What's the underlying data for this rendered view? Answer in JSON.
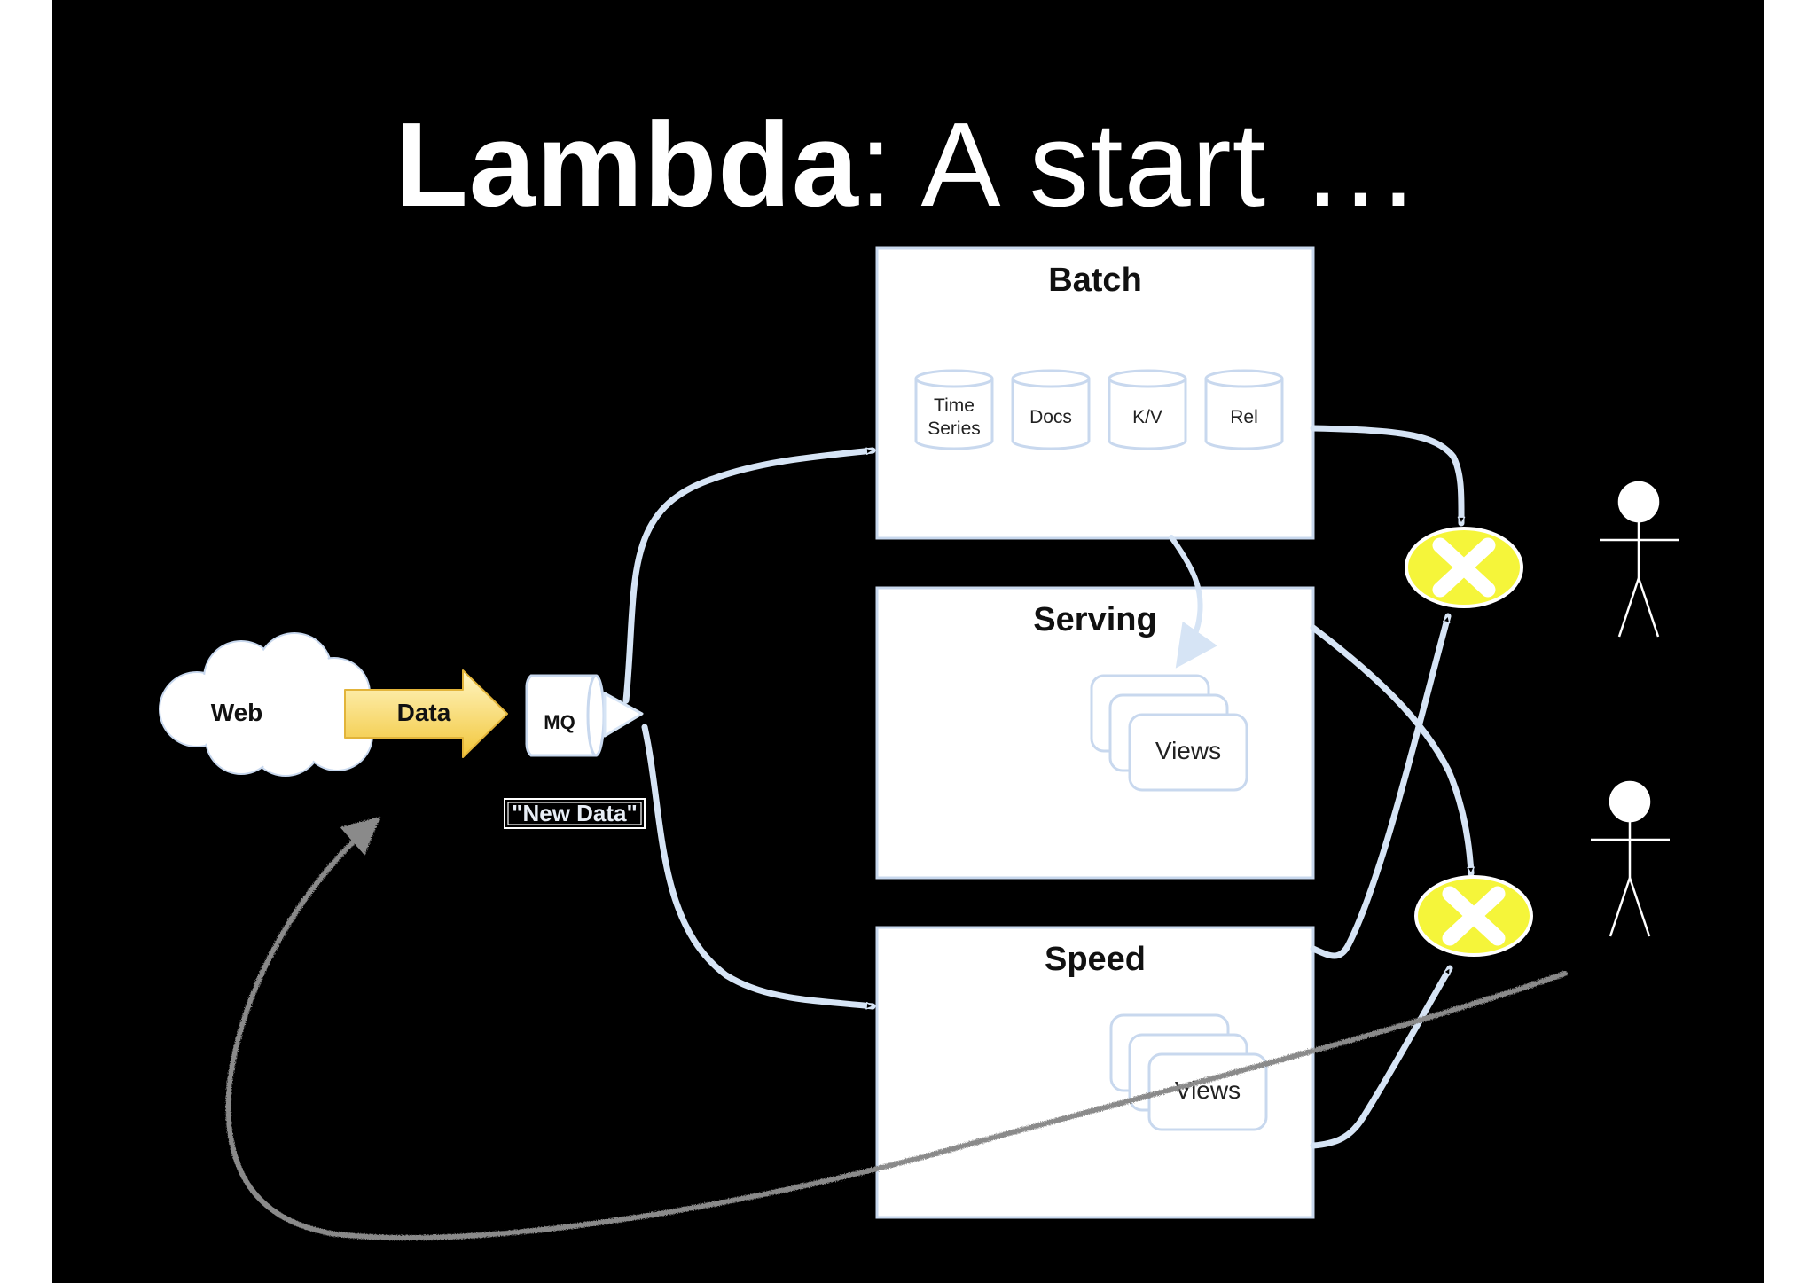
{
  "title": {
    "strong": "Lambda",
    "rest": ": A start …"
  },
  "source": {
    "web": "Web",
    "data_arrow": "Data",
    "queue": "MQ",
    "note": "\"New Data\""
  },
  "layers": {
    "batch": {
      "title": "Batch",
      "stores": [
        {
          "line1": "Time",
          "line2": "Series"
        },
        {
          "line1": "Docs",
          "line2": ""
        },
        {
          "line1": "K/V",
          "line2": ""
        },
        {
          "line1": "Rel",
          "line2": ""
        }
      ]
    },
    "serving": {
      "title": "Serving",
      "views_label": "Views"
    },
    "speed": {
      "title": "Speed",
      "views_label": "Views"
    }
  },
  "colors": {
    "background": "#000000",
    "box_fill": "#ffffff",
    "box_border": "#c8d8ee",
    "flow_arrow": "#d6e4f5",
    "merge_fill": "#f5f53a",
    "data_arrow_light": "#fff4b8",
    "data_arrow_dark": "#f2c63a",
    "feedback_stroke": "#8a8a8a"
  },
  "icons": [
    "cloud-icon",
    "data-arrow-icon",
    "queue-icon",
    "database-icon",
    "views-stack-icon",
    "merge-x-icon",
    "user-stick-figure-icon",
    "feedback-arrow-icon"
  ]
}
